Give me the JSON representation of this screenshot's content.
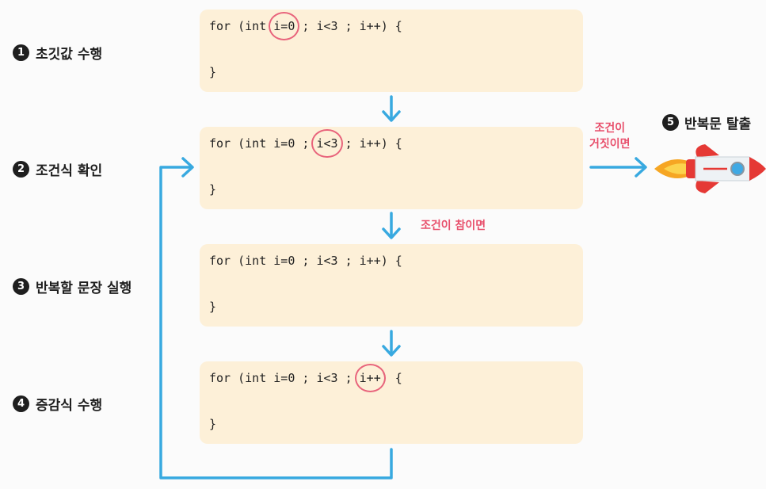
{
  "steps": [
    {
      "num": "1",
      "label": "초깃값 수행"
    },
    {
      "num": "2",
      "label": "조건식 확인"
    },
    {
      "num": "3",
      "label": "반복할 문장 실행"
    },
    {
      "num": "4",
      "label": "증감식 수행"
    }
  ],
  "code": {
    "part_for": "for (int ",
    "part_init": "i=0",
    "part_sep1": " ; ",
    "part_cond": "i<3",
    "part_sep2": " ; ",
    "part_inc": "i++",
    "part_open": ") {",
    "close": "}"
  },
  "labels": {
    "condition_true": "조건이 참이면",
    "condition_false_line1": "조건이",
    "condition_false_line2": "거짓이면"
  },
  "exit": {
    "num": "5",
    "label": "반복문 탈출"
  },
  "colors": {
    "arrow": "#38a9e0",
    "card": "#fdf0d8",
    "highlight": "#e8647c",
    "label_pink": "#e8506c"
  }
}
